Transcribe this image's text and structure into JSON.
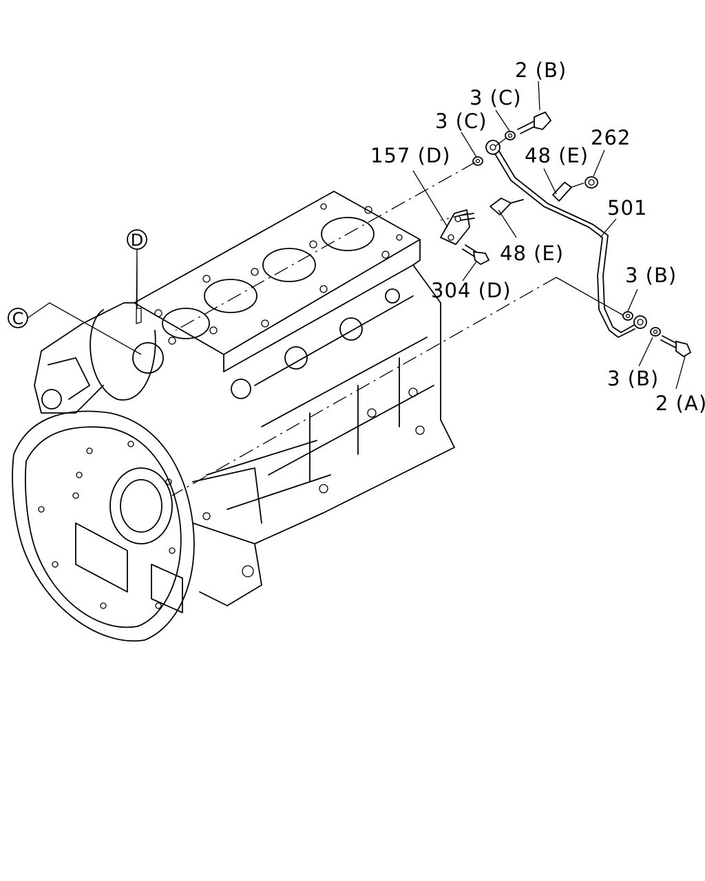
{
  "callouts": {
    "c_2b": "2 (B)",
    "c_3c_top": "3 (C)",
    "c_3c_mid": "3 (C)",
    "c_157d": "157 (D)",
    "c_48e_top": "48 (E)",
    "c_262": "262",
    "c_501": "501",
    "c_48e_mid": "48 (E)",
    "c_3b_top": "3 (B)",
    "c_304d": "304 (D)",
    "c_3b_bot": "3 (B)",
    "c_2a": "2 (A)"
  },
  "refs": {
    "ref_d": "D",
    "ref_c": "C"
  }
}
